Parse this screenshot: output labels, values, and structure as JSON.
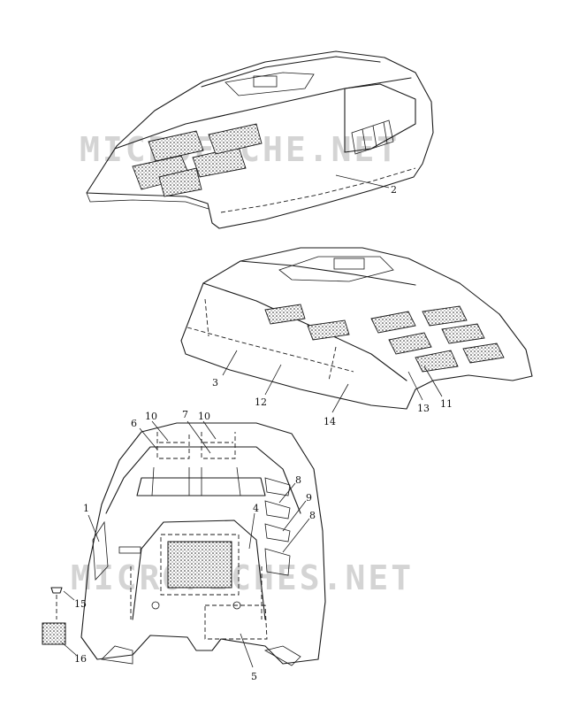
{
  "watermarks": [
    "MICROFICHE.NET",
    "MICROFICHES.NET"
  ],
  "callouts": {
    "c1": "1",
    "c2": "2",
    "c3": "3",
    "c4": "4",
    "c5": "5",
    "c6": "6",
    "c7": "7",
    "c8a": "8",
    "c8b": "8",
    "c9": "9",
    "c10a": "10",
    "c10b": "10",
    "c11": "11",
    "c12": "12",
    "c13": "13",
    "c14": "14",
    "c15": "15",
    "c16": "16"
  },
  "colors": {
    "line": "#1a1a1a",
    "watermark": "#d4d4d4",
    "background": "#ffffff"
  }
}
